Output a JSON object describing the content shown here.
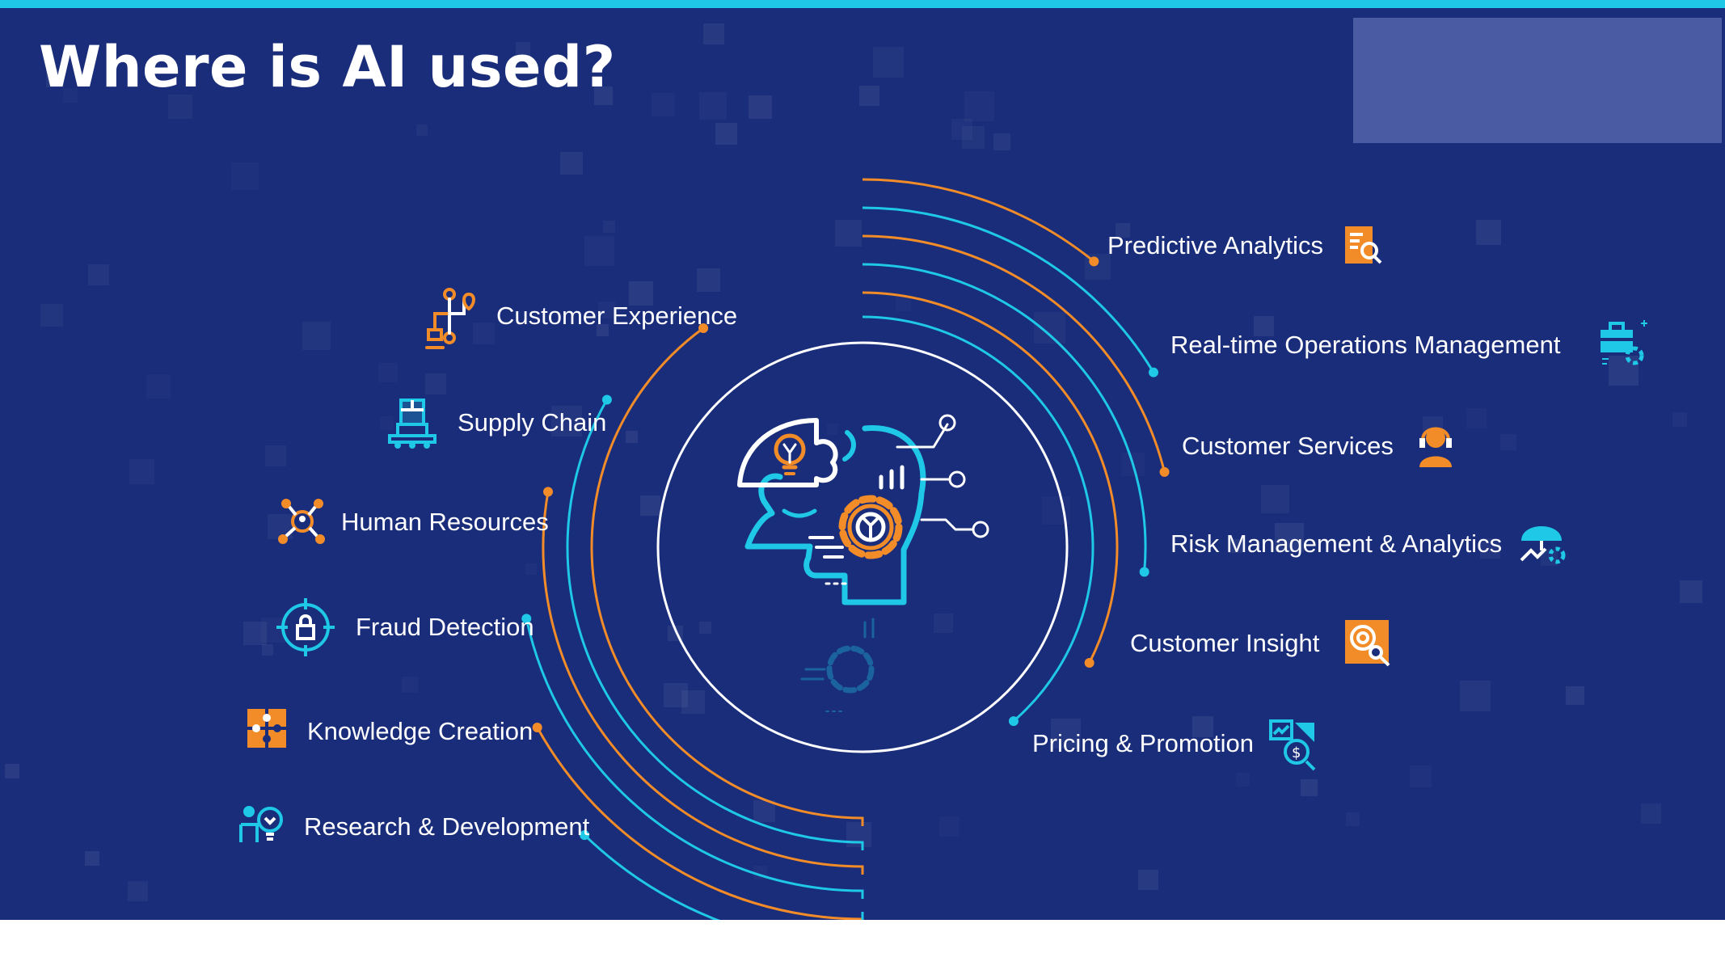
{
  "title": "Where is AI used?",
  "colors": {
    "background": "#1a2d7a",
    "accent_orange": "#f28c28",
    "accent_cyan": "#1ec8e6",
    "top_bar": "#1ec8e6",
    "placeholder": "#4a5aa3"
  },
  "left_items": [
    {
      "label": "Customer Experience",
      "icon": "workflow-icon",
      "color": "orange"
    },
    {
      "label": "Supply Chain",
      "icon": "conveyor-box-icon",
      "color": "cyan"
    },
    {
      "label": "Human Resources",
      "icon": "team-network-icon",
      "color": "orange"
    },
    {
      "label": "Fraud Detection",
      "icon": "target-lock-icon",
      "color": "cyan"
    },
    {
      "label": "Knowledge Creation",
      "icon": "puzzle-icon",
      "color": "orange"
    },
    {
      "label": "Research & Development",
      "icon": "person-lightbulb-icon",
      "color": "cyan"
    }
  ],
  "right_items": [
    {
      "label": "Predictive Analytics",
      "icon": "report-search-icon",
      "color": "orange"
    },
    {
      "label": "Real-time Operations Management",
      "icon": "briefcase-gear-icon",
      "color": "cyan"
    },
    {
      "label": "Customer Services",
      "icon": "headset-agent-icon",
      "color": "orange"
    },
    {
      "label": "Risk Management & Analytics",
      "icon": "umbrella-gear-icon",
      "color": "cyan"
    },
    {
      "label": "Customer Insight",
      "icon": "target-person-icon",
      "color": "orange"
    },
    {
      "label": "Pricing & Promotion",
      "icon": "pricing-chart-icon",
      "color": "cyan"
    }
  ],
  "center_icon": "ai-head-puzzle-gear-icon"
}
